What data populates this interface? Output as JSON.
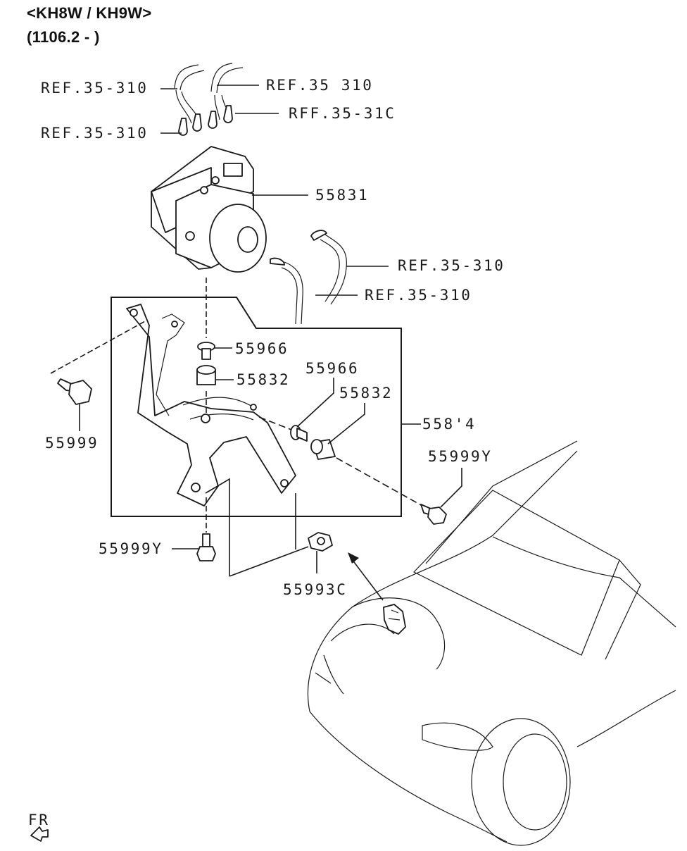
{
  "header": {
    "model_line": "<KH8W / KH9W>",
    "date_line": "(1106.2 - )"
  },
  "labels": {
    "ref_1": "REF.35-310",
    "ref_2": "REF.35 310",
    "ref_3": "RFF.35-31C",
    "ref_4": "REF.35-310",
    "ref_5": "REF.35-310",
    "ref_6": "REF.35-310",
    "part_55831": "55831",
    "part_55966_a": "55966",
    "part_55832_a": "55832",
    "part_55966_b": "55966",
    "part_55832_b": "55832",
    "part_55814": "558'4",
    "part_55999": "55999",
    "part_55999Y_a": "55999Y",
    "part_55999Y_b": "55999Y",
    "part_55993C": "55993C"
  },
  "orientation": {
    "front_marker": "FR"
  },
  "icons": [
    "abs-modulator-icon",
    "bracket-icon",
    "bolt-icon",
    "bushing-icon",
    "car-outline-icon",
    "front-arrow-icon"
  ]
}
